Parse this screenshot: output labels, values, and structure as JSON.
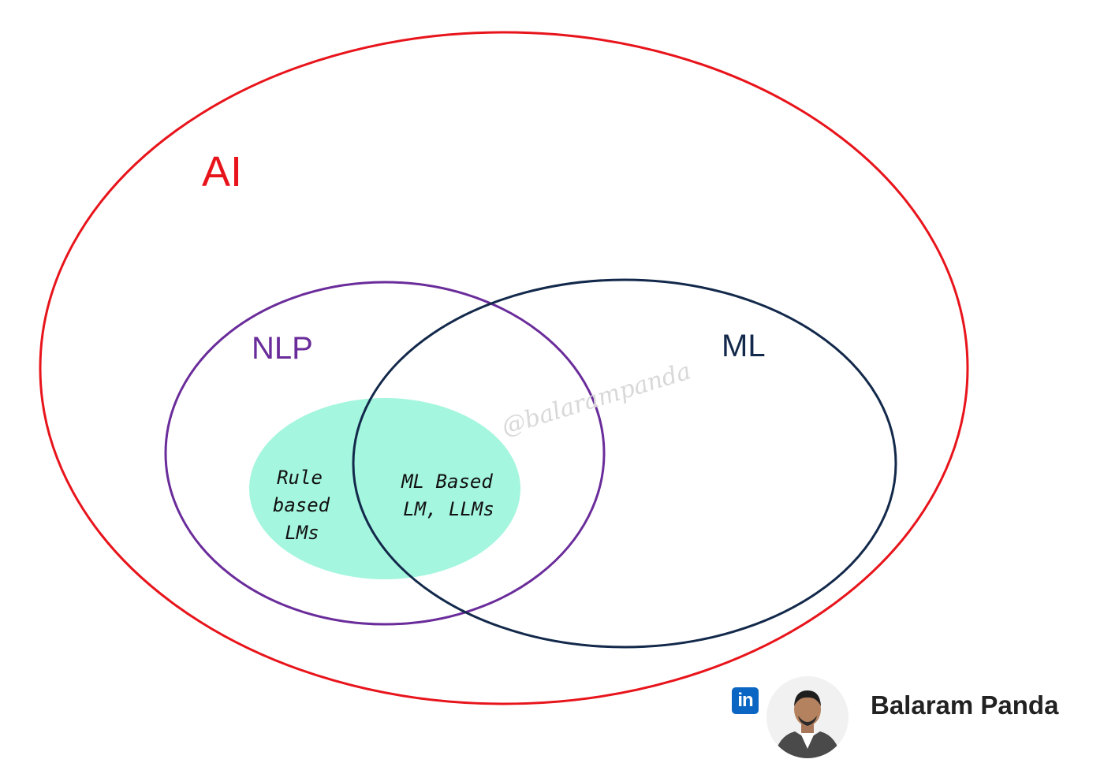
{
  "diagram": {
    "sets": {
      "ai": {
        "label": "AI",
        "color": "#e8141b"
      },
      "nlp": {
        "label": "NLP",
        "color": "#6a2c9a"
      },
      "ml": {
        "label": "ML",
        "color": "#13294b"
      },
      "lm": {
        "color": "#a5f6df"
      }
    },
    "lm_regions": {
      "rule_based": [
        "Rule",
        "based",
        "LMs"
      ],
      "ml_based": [
        "ML Based",
        "LM, LLMs"
      ]
    },
    "watermark": "@balarampanda"
  },
  "credit": {
    "icon": "linkedin-icon",
    "icon_text": "in",
    "name": "Balaram Panda"
  }
}
